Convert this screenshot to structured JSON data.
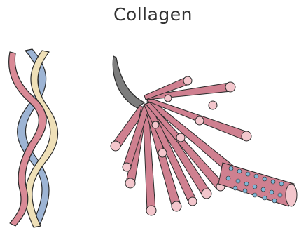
{
  "title": "Collagen",
  "colors": {
    "strand_pink": "#d98a96",
    "strand_blue": "#9db4d4",
    "strand_cream": "#efe0b8",
    "fibril_body": "#cf8090",
    "fibril_end": "#f3c6cc",
    "outline": "#2a2a2a",
    "horn": "#7d7d7d",
    "dot_blue": "#7fb6d6"
  },
  "parts": [
    {
      "name": "triple-helix",
      "strands": 3
    },
    {
      "name": "fiber-bundle"
    },
    {
      "name": "fibril-cylinder"
    }
  ]
}
